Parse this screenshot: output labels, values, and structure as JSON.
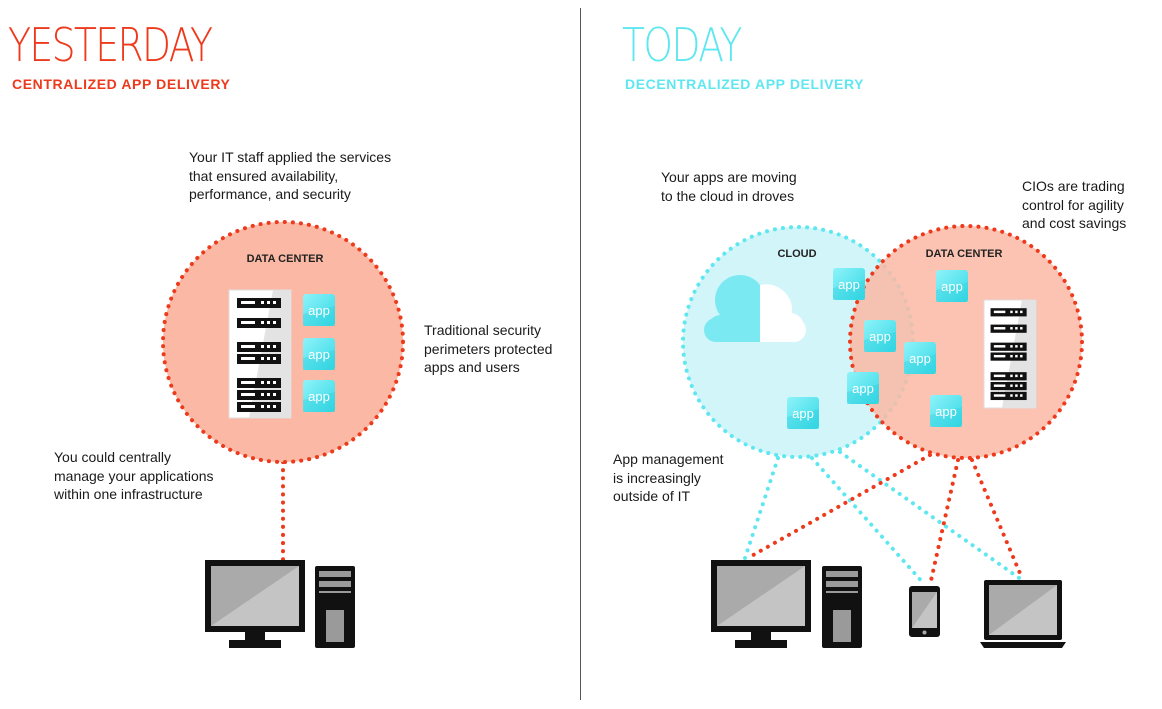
{
  "left": {
    "title": "YESTERDAY",
    "subtitle": "CENTRALIZED APP DELIVERY",
    "note_it_staff": [
      "Your IT staff applied the services",
      "that ensured availability,",
      "performance, and security"
    ],
    "note_security": [
      "Traditional security",
      "perimeters protected",
      "apps and users"
    ],
    "note_manage": [
      "You could centrally",
      "manage your applications",
      "within one infrastructure"
    ],
    "datacenter_label": "DATA CENTER"
  },
  "right": {
    "title": "TODAY",
    "subtitle": "DECENTRALIZED APP DELIVERY",
    "note_cloud": [
      "Your apps are moving",
      "to the cloud in droves"
    ],
    "note_cios": [
      "CIOs are trading",
      "control for agility",
      "and cost savings"
    ],
    "note_mgmt": [
      "App management",
      "is increasingly",
      "outside of IT"
    ],
    "cloud_label": "CLOUD",
    "datacenter_label": "DATA CENTER"
  },
  "app_label": "app",
  "colors": {
    "red": "#ee3a1c",
    "cyan": "#5fe7f0",
    "salmon": "#fbb8a4",
    "light_cyan": "#cdf4f8"
  }
}
